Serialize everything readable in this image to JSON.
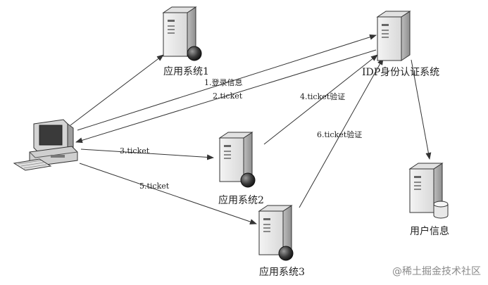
{
  "nodes": {
    "app1": {
      "label": "应用系统1",
      "icon": "server-icon"
    },
    "idp": {
      "label": "IDP身份认证系统",
      "icon": "server-icon"
    },
    "app2": {
      "label": "应用系统2",
      "icon": "server-icon"
    },
    "app3": {
      "label": "应用系统3",
      "icon": "server-icon"
    },
    "userinfo": {
      "label": "用户信息",
      "icon": "database-server-icon"
    },
    "client": {
      "label": "",
      "icon": "desktop-computer-icon"
    }
  },
  "edges": [
    {
      "from": "client",
      "to": "idp",
      "label": "1.登录信息"
    },
    {
      "from": "idp",
      "to": "client",
      "label": "2.ticket"
    },
    {
      "from": "client",
      "to": "app2",
      "label": "3.ticket"
    },
    {
      "from": "app2",
      "to": "idp",
      "label": "4.ticket验证"
    },
    {
      "from": "client",
      "to": "app3",
      "label": "5.ticket"
    },
    {
      "from": "app3",
      "to": "idp",
      "label": "6.ticket验证"
    },
    {
      "from": "client",
      "to": "app1",
      "label": ""
    },
    {
      "from": "idp",
      "to": "userinfo",
      "label": ""
    }
  ],
  "watermark": "@稀土掘金技术社区"
}
